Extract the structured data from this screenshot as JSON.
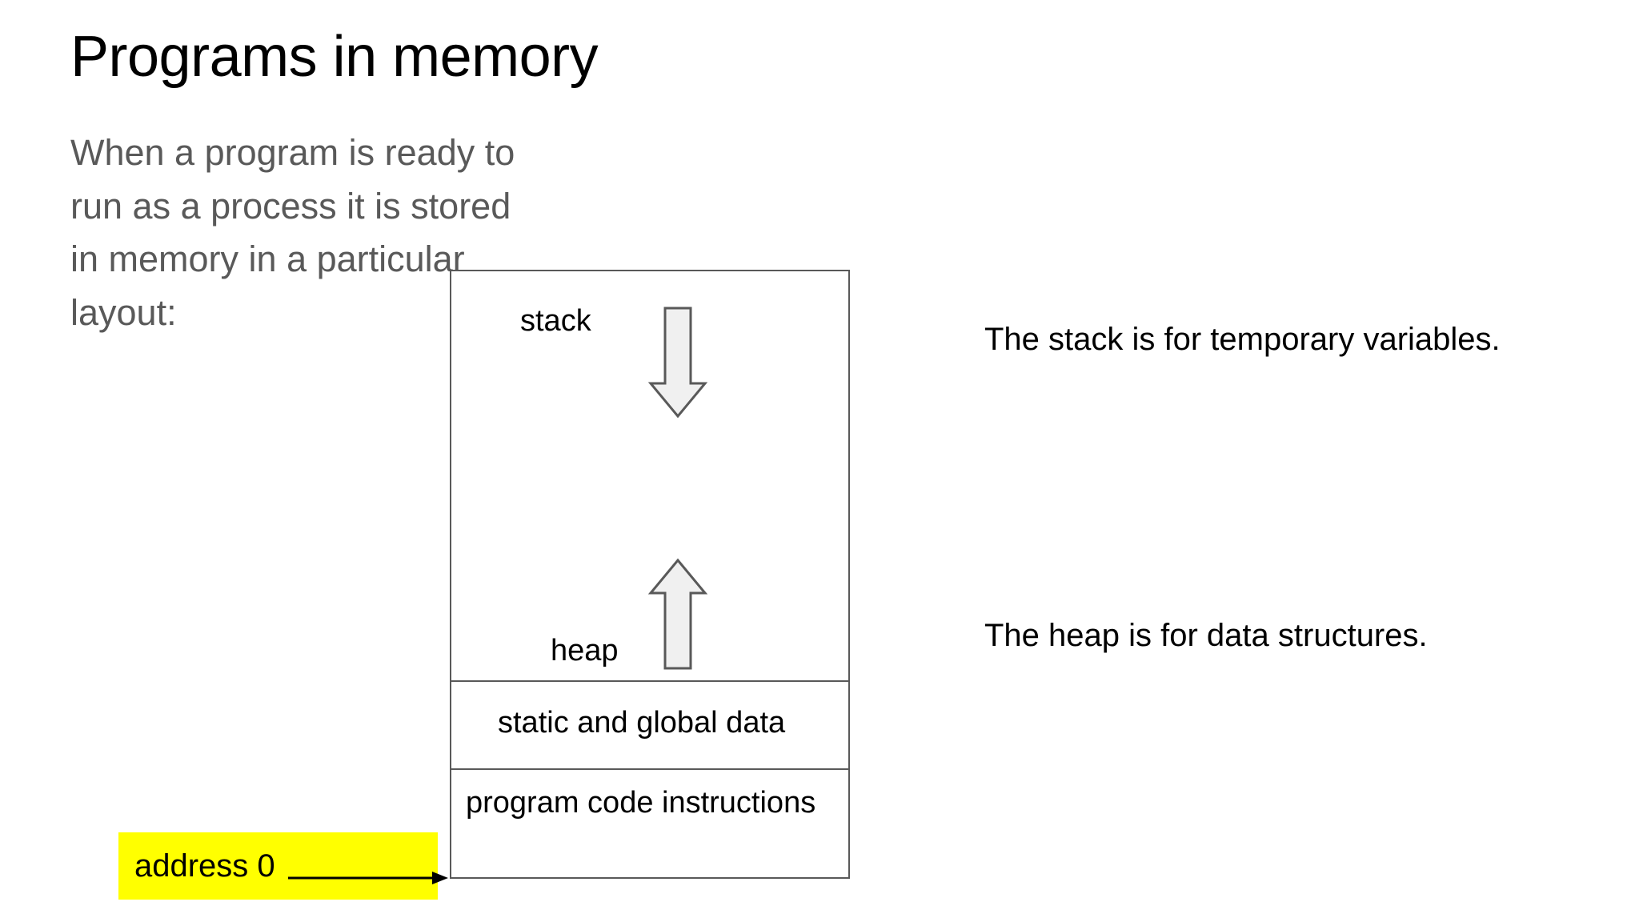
{
  "slide": {
    "title": "Programs in memory",
    "body_text": "When a program is ready to run as a process  it is stored in memory in a particular layout:",
    "background_color": "#ffffff",
    "title_color": "#000000",
    "body_color": "#595959"
  },
  "memory_diagram": {
    "border_color": "#595959",
    "segments": [
      {
        "id": "stack",
        "label": "stack"
      },
      {
        "id": "heap",
        "label": "heap"
      },
      {
        "id": "static",
        "label": "static and global data"
      },
      {
        "id": "code",
        "label": "program code instructions"
      }
    ],
    "arrows": [
      {
        "id": "stack-growth",
        "direction": "down",
        "fill": "#f0f0f0",
        "stroke": "#595959"
      },
      {
        "id": "heap-growth",
        "direction": "up",
        "fill": "#f0f0f0",
        "stroke": "#595959"
      }
    ]
  },
  "notes": {
    "stack_note": "The stack is for temporary variables.",
    "heap_note": "The heap is for data structures."
  },
  "address_callout": {
    "label": "address 0",
    "highlight_color": "#ffff00",
    "text_color": "#000000",
    "arrow_color": "#000000"
  }
}
